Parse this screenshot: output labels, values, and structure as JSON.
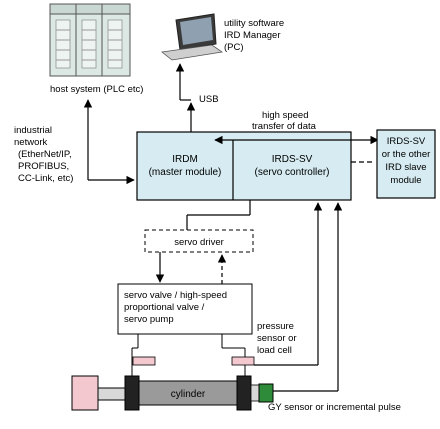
{
  "labels": {
    "host_system": "host system (PLC etc)",
    "utility_line1": "utility software",
    "utility_line2": "IRD Manager",
    "utility_line3": "(PC)",
    "usb": "USB",
    "high_speed_line1": "high speed",
    "high_speed_line2": "transfer of data",
    "network_line1": "industrial",
    "network_line2": "network",
    "network_line3": "(EtherNet/IP,",
    "network_line4": "PROFIBUS,",
    "network_line5": "CC-Link, etc)",
    "irdm_line1": "IRDM",
    "irdm_line2": "(master module)",
    "irds_line1": "IRDS-SV",
    "irds_line2": "(servo controller)",
    "slave_line1": "IRDS-SV",
    "slave_line2": "or the other",
    "slave_line3": "IRD slave",
    "slave_line4": "module",
    "servo_driver": "servo driver",
    "valve_line1": "servo valve / high-speed",
    "valve_line2": "proportional valve /",
    "valve_line3": "servo pump",
    "pressure_line1": "pressure",
    "pressure_line2": "sensor or",
    "pressure_line3": "load cell",
    "cylinder": "cylinder",
    "gy_sensor": "GY sensor or incremental pulse"
  },
  "colors": {
    "module_fill": "#d6ecf2",
    "plc_fill": "#dbe8e3",
    "cylinder_fill": "#9a9a9a",
    "port_fill": "#f4c8cf",
    "sensor_fill": "#2e8b3a",
    "line": "#000000"
  }
}
